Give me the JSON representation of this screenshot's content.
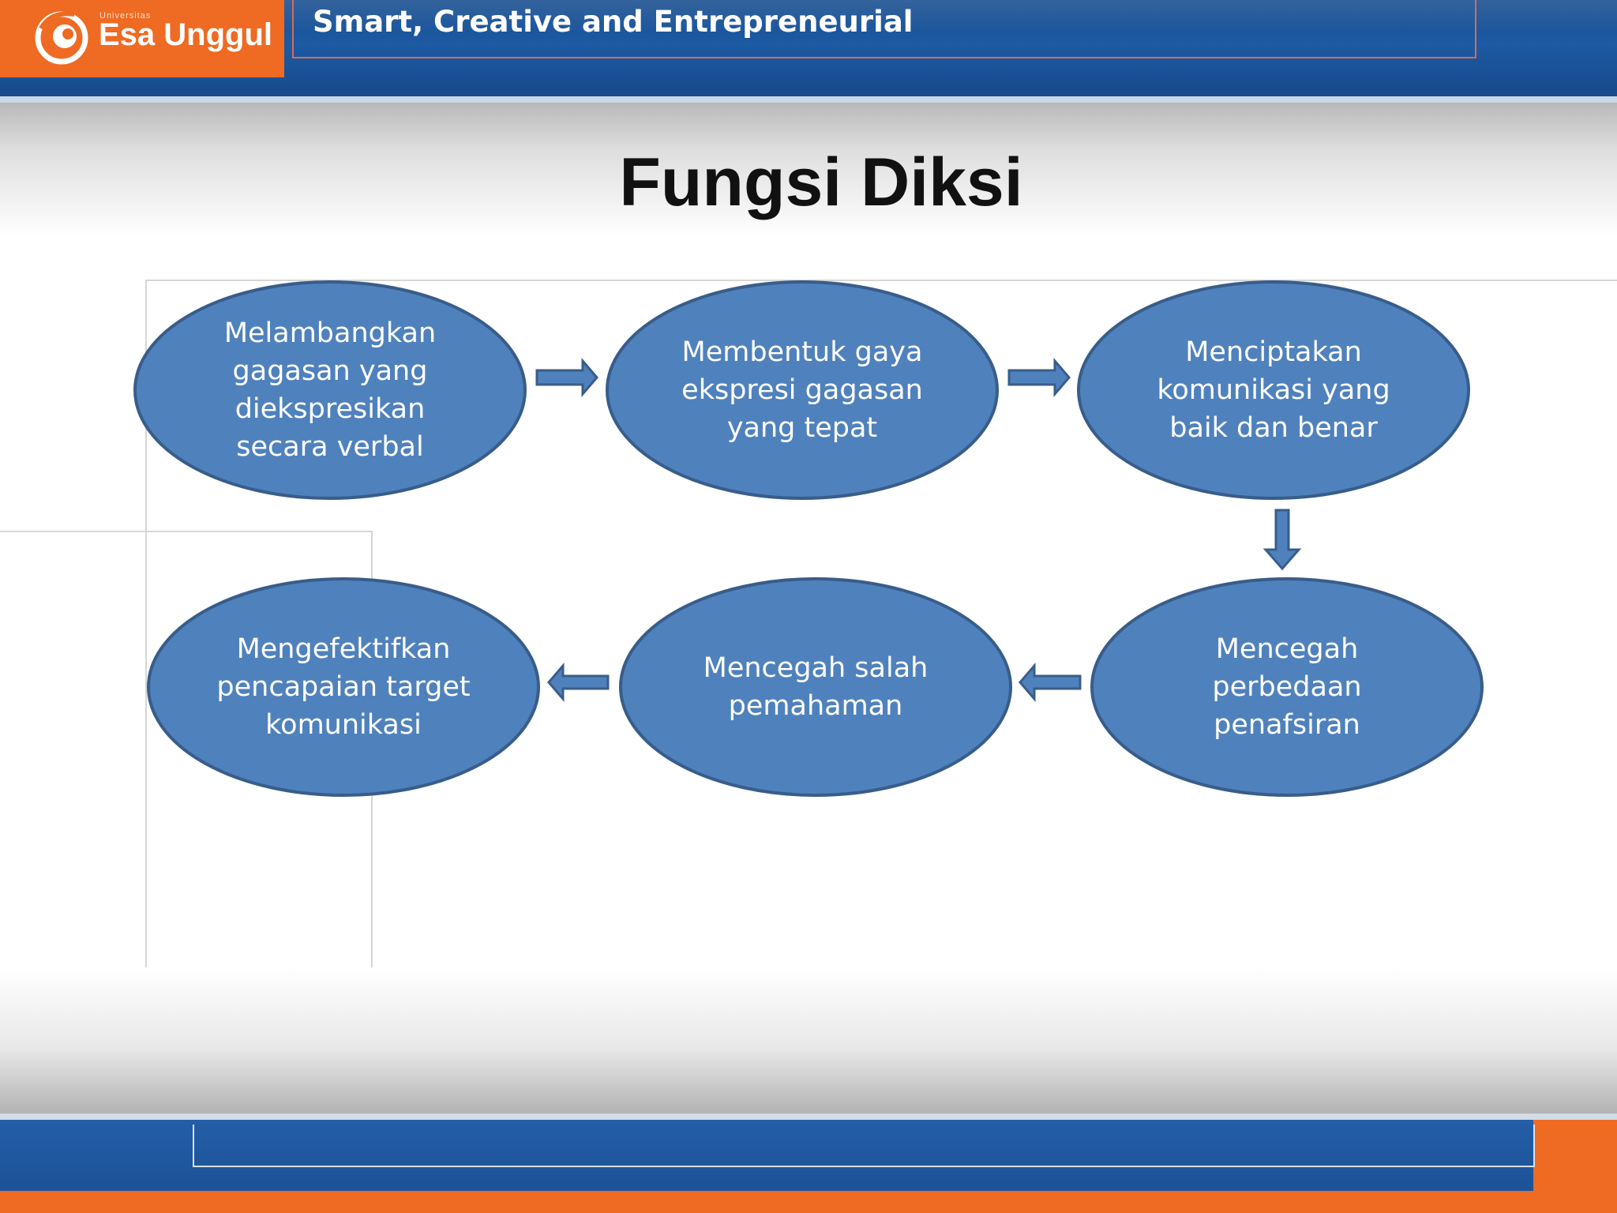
{
  "header": {
    "logo_small": "Universitas",
    "logo_text": "Esa Unggul",
    "tagline": "Smart, Creative and Entrepreneurial"
  },
  "slide": {
    "title": "Fungsi Diksi"
  },
  "colors": {
    "node_fill": "#4f81bd",
    "node_stroke": "#385d8a",
    "accent_orange": "#ef6a22",
    "header_blue": "#1d5aa3"
  },
  "diagram": {
    "nodes": [
      {
        "label": "Melambangkan\ngagasan  yang\ndiekspresikan\nsecara verbal"
      },
      {
        "label": "Membentuk gaya\nekspresi gagasan\nyang tepat"
      },
      {
        "label": "Menciptakan\nkomunikasi yang\nbaik dan benar"
      },
      {
        "label": "Mencegah\nperbedaan\npenafsiran"
      },
      {
        "label": "Mencegah salah\npemahaman"
      },
      {
        "label": "Mengefektifkan\npencapaian target\nkomunikasi"
      }
    ],
    "edges": [
      {
        "from": 0,
        "to": 1,
        "direction": "right"
      },
      {
        "from": 1,
        "to": 2,
        "direction": "right"
      },
      {
        "from": 2,
        "to": 3,
        "direction": "down"
      },
      {
        "from": 3,
        "to": 4,
        "direction": "left"
      },
      {
        "from": 4,
        "to": 5,
        "direction": "left"
      }
    ]
  }
}
